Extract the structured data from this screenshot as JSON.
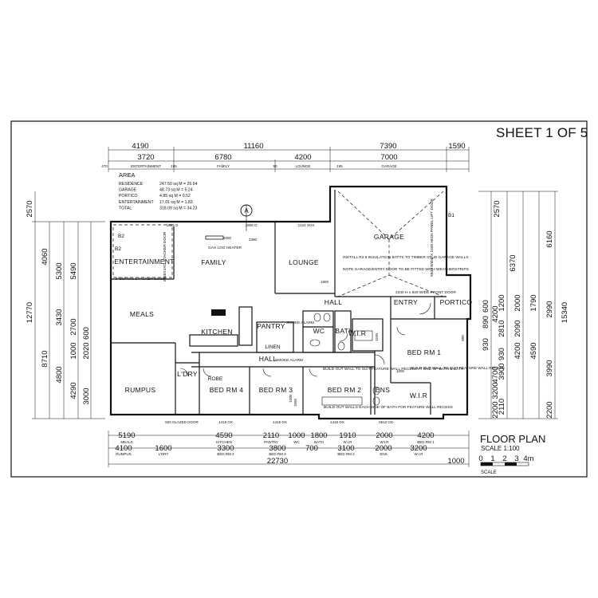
{
  "sheet_title": "SHEET 1 OF 5",
  "plan_title": "FLOOR PLAN",
  "scale_label": "SCALE 1:100",
  "scale_caption": "SCALE",
  "scale_ticks": [
    "0",
    "1",
    "2",
    "3",
    "4m"
  ],
  "section_marker": "A",
  "area": {
    "heading": "AREA",
    "rows": [
      {
        "label": "RESIDENCE",
        "value": "247.50 sq M = 26.64"
      },
      {
        "label": "GARAGE",
        "value": "48.73 sq M = 5.24"
      },
      {
        "label": "PORTICO",
        "value": "4.85 sq M = 0.52"
      },
      {
        "label": "ENTERTAINMENT",
        "value": "17.01 sq M = 1.83"
      },
      {
        "label": "TOTAL",
        "value": "318.09 sq M = 34.23"
      }
    ]
  },
  "rooms": {
    "entertainment": "ENTERTAINMENT",
    "family": "FAMILY",
    "lounge": "LOUNGE",
    "garage": "GARAGE",
    "meals": "MEALS",
    "kitchen": "KITCHEN",
    "pantry": "PANTRY",
    "hall_upper": "HALL",
    "hall_lower": "HALL",
    "entry": "ENTRY",
    "portico": "PORTICO",
    "bath": "BATH",
    "wir_upper": "W.I.R",
    "wir_lower": "W.I.R",
    "wc": "WC",
    "ens": "ENS",
    "bed1": "BED RM 1",
    "bed2": "BED RM 2",
    "bed3": "BED RM 3",
    "bed4": "BED RM 4",
    "rumpus": "RUMPUS",
    "ldry": "L'DRY",
    "linen": "LINEN",
    "robe": "ROBE",
    "b2_a": "B2",
    "b2_b": "B2",
    "b1": "B1"
  },
  "notes": {
    "stacker_door": "2436X4XO STACKER DOOR",
    "stacker_door2": "2436X4XO STACKER DOOR",
    "gas_log": "GAS LOG HEATER",
    "garage_note": "INSTALL R2.5 INSULATION BATTS TO TIMBER STUD GARAGE WALLS",
    "garage_note2": "NOTE GARAGE/ENTRY DOOR TO BE FITTED WITH WEATHERSTRIPS",
    "garage_door": "5500 WIDE X 2400 HIGH PANEL LIFT DOOR",
    "front_door": "2340 H x 820 WIDE FRONT DOOR",
    "feature_wall_1": "BUILD OUT WALL TO SUIT FEATURE WALL RECESS AT END OF BATH & BATH",
    "feature_wall_2": "BUILD OUT WALLS EACH SIDE OF BATH FOR FEATURE WALL RECESS",
    "feature_wall_3": "BUILD OUT WALL TO SUIT FEATURE WALL RECESS",
    "smoke_alarm_1": "SMOKE ALARM",
    "smoke_alarm_2": "SMOKE ALARM"
  },
  "dims_top": {
    "overall": [
      "4190",
      "11160",
      "7390",
      "1590"
    ],
    "rooms": [
      "3720",
      "6780",
      "4200",
      "7000"
    ],
    "room_names": [
      "ENTERTAINMENT",
      "FAMILY",
      "LOUNGE",
      "GARAGE"
    ],
    "small": [
      "470",
      "195",
      "90",
      "195"
    ],
    "openings": [
      "1809 O",
      "1809 O",
      "1224 XOX"
    ],
    "inner": [
      "2000",
      "2390",
      "1800"
    ]
  },
  "dims_bottom": {
    "row1": [
      "5190",
      "4590",
      "2110",
      "1000",
      "1800",
      "1910",
      "2000",
      "4200"
    ],
    "row1_names": [
      "MEALS",
      "KITCHEN",
      "PANTRY",
      "WC",
      "BATH",
      "W.I.R",
      "W.I.R",
      "BED RM 1"
    ],
    "row2": [
      "4100",
      "1600",
      "3300",
      "3800",
      "700",
      "3100",
      "2000",
      "3200"
    ],
    "row2_names": [
      "RUMPUS",
      "L'DRY",
      "BED RM 4",
      "BED RM 3",
      "",
      "BED RM 2",
      "ENS",
      "W.I.R"
    ],
    "overall": "22730",
    "overall_side": "1000",
    "openings": [
      "820 GLAZED DOOR",
      "1415 OX",
      "1415 OX",
      "1415 OX",
      "0612 OX"
    ]
  },
  "dims_left": {
    "outer": [
      "2570",
      "12770"
    ],
    "col2": [
      "4060",
      "8710"
    ],
    "col3": [
      "5300",
      "3430",
      "4800"
    ],
    "col4": [
      "5490",
      "2700",
      "1000",
      "4290"
    ],
    "col5": [
      "2020",
      "600",
      "3000"
    ]
  },
  "dims_right": {
    "outer": [
      "2570",
      "15340"
    ],
    "col2": [
      "6370",
      "4200",
      "4700",
      "3200",
      "2200"
    ],
    "col3": [
      "6160",
      "2990",
      "3990",
      "2200"
    ],
    "col4": [
      "1200",
      "2810",
      "930",
      "3900",
      "2110"
    ],
    "col5": [
      "2000",
      "2090",
      "4200",
      "1790",
      "4590"
    ],
    "col6": [
      "930",
      "890",
      "600"
    ]
  },
  "misc": {
    "dim_1500": "1500",
    "dim_1000": "1000",
    "dim_1530": "1530",
    "dim_1550": "1550",
    "dim_1800": "1800",
    "dim_800": "800"
  }
}
